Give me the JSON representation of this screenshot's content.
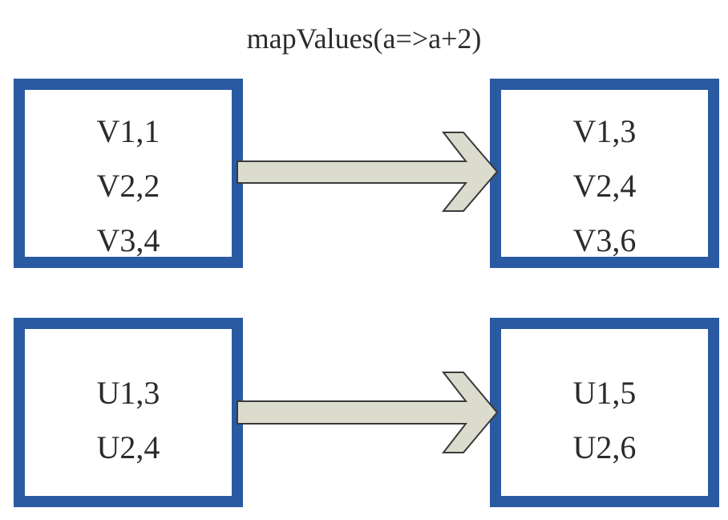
{
  "title": "mapValues(a=>a+2)",
  "colors": {
    "box_border": "#2a5aa1",
    "arrow_fill": "#dcdcce",
    "arrow_stroke": "#3a3a3a",
    "text": "#2b2b2b"
  },
  "groups": [
    {
      "input": [
        "V1,1",
        "V2,2",
        "V3,4"
      ],
      "output": [
        "V1,3",
        "V2,4",
        "V3,6"
      ]
    },
    {
      "input": [
        "U1,3",
        "U2,4"
      ],
      "output": [
        "U1,5",
        "U2,6"
      ]
    }
  ]
}
